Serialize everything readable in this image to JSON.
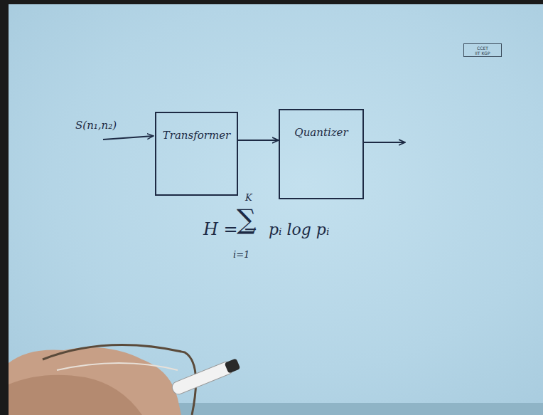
{
  "diagram": {
    "nodes": [
      {
        "text": [
          "Transformer"
        ]
      },
      {
        "text": [
          "Quantizer"
        ]
      }
    ],
    "edges": [
      {
        "from": 0,
        "to": 1,
        "arrow": "to"
      }
    ],
    "labels": [
      "S(n₁,n₂)",
      "H = −",
      "∑",
      "K",
      "i=1",
      "pᵢ log pᵢ",
      "CCET",
      "IIT KGP"
    ]
  }
}
